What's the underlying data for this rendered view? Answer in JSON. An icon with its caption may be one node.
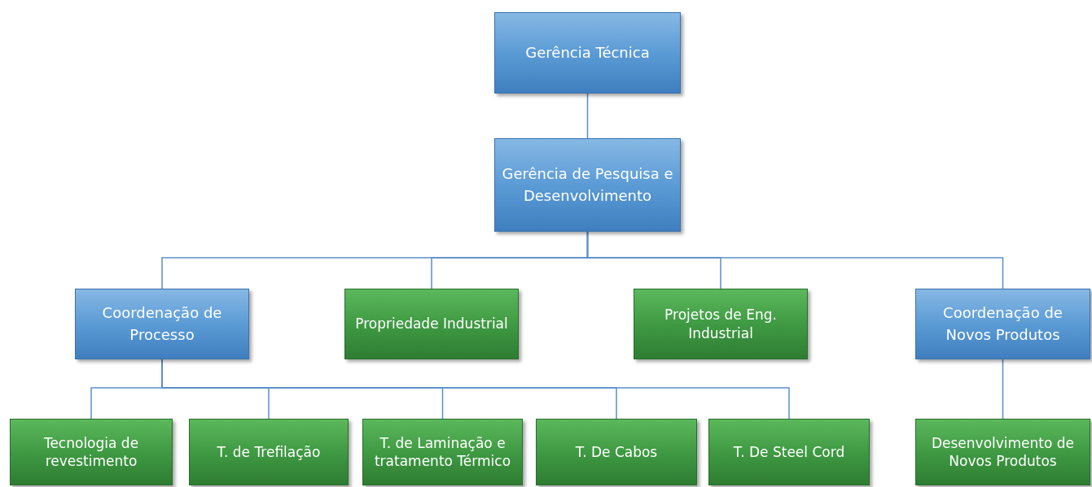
{
  "diagram": {
    "nodes": [
      {
        "text": [
          "Gerência Técnica"
        ]
      },
      {
        "text": [
          "Gerência de Pesquisa e Desenvolvimento"
        ]
      },
      {
        "text": [
          "Coordenação de Processo"
        ]
      },
      {
        "text": [
          "Propriedade Industrial"
        ]
      },
      {
        "text": [
          "Projetos de Eng. Industrial"
        ]
      },
      {
        "text": [
          "Coordenação de Novos Produtos"
        ]
      },
      {
        "text": [
          "Tecnologia de revestimento"
        ]
      },
      {
        "text": [
          "T. de Trefilação"
        ]
      },
      {
        "text": [
          "T. de Laminação e tratamento Térmico"
        ]
      },
      {
        "text": [
          "T. De Cabos"
        ]
      },
      {
        "text": [
          "T. De Steel Cord"
        ]
      },
      {
        "text": [
          "Desenvolvimento de Novos Produtos"
        ]
      }
    ],
    "edges": [
      {
        "from": 0,
        "to": 1,
        "arrow": "none"
      },
      {
        "from": 1,
        "to": 2,
        "arrow": "none"
      },
      {
        "from": 1,
        "to": 3,
        "arrow": "none"
      },
      {
        "from": 1,
        "to": 4,
        "arrow": "none"
      },
      {
        "from": 1,
        "to": 5,
        "arrow": "none"
      },
      {
        "from": 2,
        "to": 6,
        "arrow": "none"
      },
      {
        "from": 2,
        "to": 7,
        "arrow": "none"
      },
      {
        "from": 2,
        "to": 8,
        "arrow": "none"
      },
      {
        "from": 2,
        "to": 9,
        "arrow": "none"
      },
      {
        "from": 2,
        "to": 10,
        "arrow": "none"
      },
      {
        "from": 5,
        "to": 11,
        "arrow": "none"
      }
    ]
  }
}
